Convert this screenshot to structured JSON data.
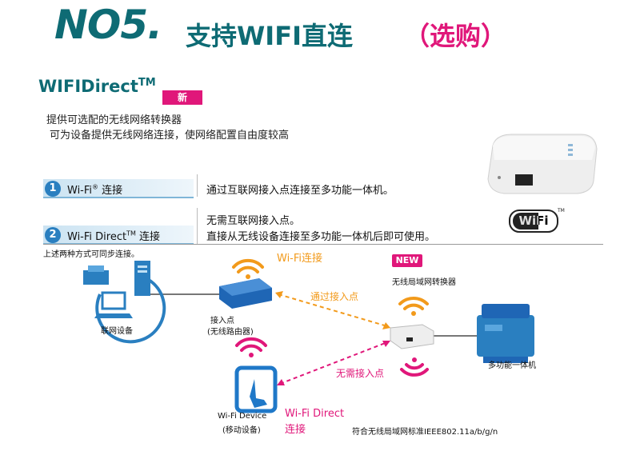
{
  "header": {
    "no": "NO5.",
    "title": "支持WIFI直连",
    "optional": "（选购）"
  },
  "section": {
    "title": "WIFIDirect",
    "tm": "TM",
    "new_badge": "新",
    "desc1": "提供可选配的无线网络转换器",
    "desc2": "可为设备提供无线网络连接，使网络配置自由度较高"
  },
  "rows": [
    {
      "num": "1",
      "label": "Wi-Fi",
      "reg": "®",
      "label_suffix": " 连接",
      "desc": [
        "通过互联网接入点连接至多功能一体机。"
      ]
    },
    {
      "num": "2",
      "label": "Wi-Fi Direct",
      "reg": "TM",
      "label_suffix": " 连接",
      "desc": [
        "无需互联网接入点。",
        "直接从无线设备连接至多功能一体机后即可使用。"
      ]
    }
  ],
  "note_both": "上述两种方式可同步连接。",
  "diagram": {
    "wifi_link": "Wi-Fi连接",
    "via_ap": "通过接入点",
    "no_ap": "无需接入点",
    "new_tag": "NEW",
    "converter": "无线局域网转换器",
    "ap": "接入点",
    "ap_sub": "(无线路由器)",
    "network": "联网设备",
    "mfp": "多功能一体机",
    "mobile": "Wi-Fi Device",
    "mobile_sub": "(移动设备)",
    "wd_link1": "Wi-Fi Direct",
    "wd_link2": "连接",
    "standard": "符合无线局域网标准IEEE802.11a/b/g/n",
    "wifi_logo": "WiFi",
    "tm_small": "TM"
  },
  "colors": {
    "teal": "#0e6b74",
    "pink": "#e0177a",
    "orange": "#f29a1b",
    "blue": "#1f78c8"
  }
}
